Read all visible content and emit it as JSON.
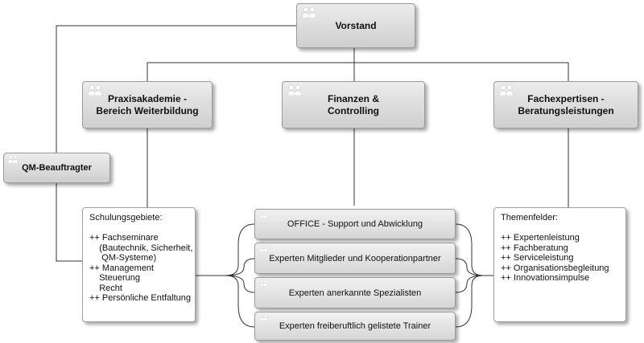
{
  "nodes": {
    "vorstand": "Vorstand",
    "praxisakademie": "Praxisakademie -\nBereich Weiterbildung",
    "finanzen": "Finanzen &\nControlling",
    "fachexpertisen": "Fachexpertisen -\nBeratungsleistungen",
    "qm": "QM-Beauftragter"
  },
  "schulungsgebiete": {
    "lines": [
      "Schulungsgebiete:",
      "",
      "++ Fachseminare",
      "    (Bautechnik, Sicherheit,",
      "     QM-Systeme)",
      "++ Management",
      "    Steuerung",
      "    Recht",
      "++ Persönliche Entfaltung"
    ]
  },
  "themenfelder": {
    "lines": [
      "Themenfelder:",
      "",
      "++ Expertenleistung",
      "++ Fachberatung",
      "++ Serviceleistung",
      "++ Organisationsbegleitung",
      "++ Innovationsimpulse"
    ]
  },
  "services": [
    "OFFICE - Support und Abwicklung",
    "Experten Mitglieder und Kooperationpartner",
    "Experten anerkannte Spezialisten",
    "Experten freiberuftlich gelistete Trainer"
  ],
  "icons": {
    "people": "people-icon"
  },
  "colors": {
    "box_top": "#ececec",
    "box_bottom": "#cfcfcf",
    "line": "#333333"
  }
}
